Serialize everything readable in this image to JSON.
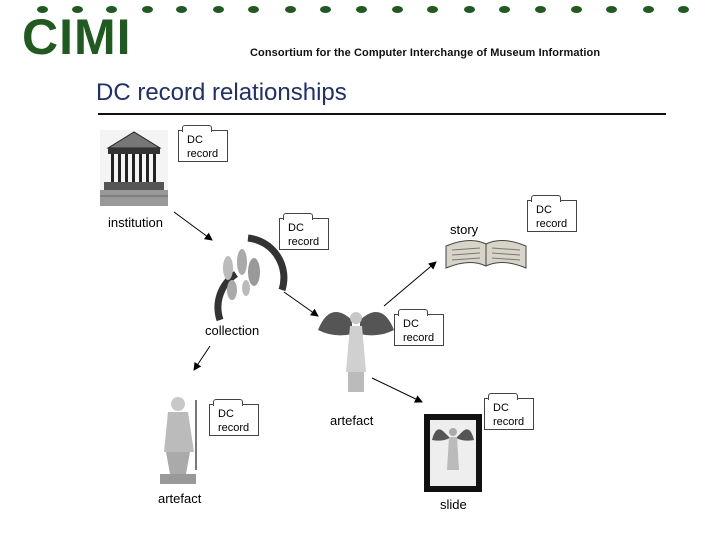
{
  "header": {
    "logo_text": "CIMI",
    "tagline": "Consortium for the Computer Interchange of Museum Information",
    "brand_color": "#1f5a1f"
  },
  "slide_title": "DC record relationships",
  "card": {
    "line1": "DC",
    "line2": "record"
  },
  "nodes": {
    "institution": "institution",
    "story": "story",
    "collection": "collection",
    "artefact_left": "artefact",
    "artefact_center": "artefact",
    "slide": "slide"
  },
  "icons": [
    "building-icon",
    "open-book-icon",
    "statue-group-icon",
    "winged-statue-icon",
    "knight-statue-icon",
    "slide-frame-icon",
    "dc-record-card-icon"
  ]
}
